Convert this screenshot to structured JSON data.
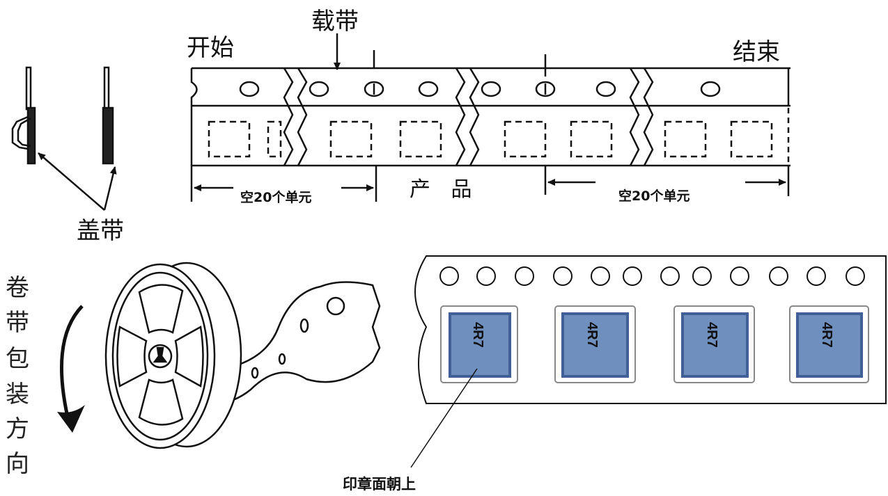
{
  "labels": {
    "carrier_tape": "载带",
    "start": "开始",
    "end": "结束",
    "empty_left": "空20个单元",
    "product": "产 品",
    "empty_right": "空20个单元",
    "cover_tape": "盖带",
    "reel_direction": [
      "卷",
      "带",
      "包",
      "装",
      "方",
      "向"
    ],
    "marking_up": "印章面朝上"
  },
  "chips": [
    "4R7",
    "4R7",
    "4R7",
    "4R7"
  ],
  "colors": {
    "chip_fill": "#6f8fbf",
    "chip_border": "#3f5f96",
    "line": "#111111"
  }
}
